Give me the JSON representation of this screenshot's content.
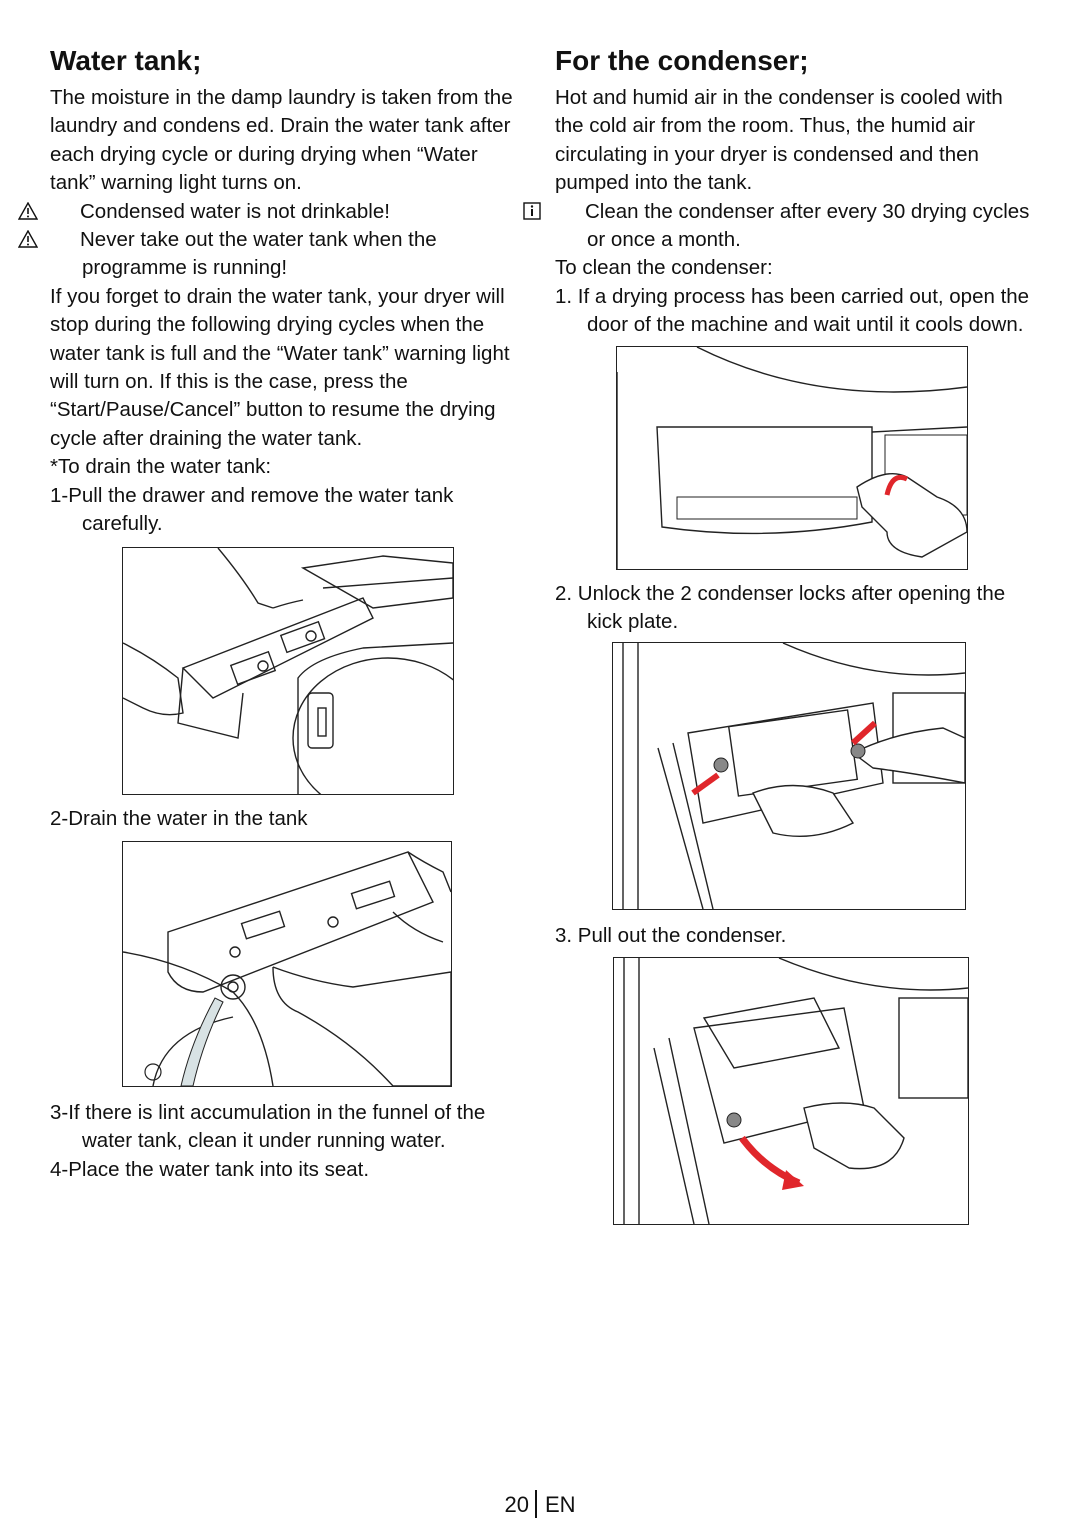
{
  "left": {
    "heading": "Water tank;",
    "intro": "The moisture in the damp laundry is taken from the laundry and condens ed. Drain the water tank after each drying cycle or during drying when “Water tank” warning light turns on.",
    "warning1": "Condensed water is not drinkable!",
    "warning2": "Never take out the water tank when the programme is running!",
    "para2": "If you forget to drain the water tank, your dryer will stop during the following drying cycles when the water tank is full and the “Water tank” warning light will turn on. If this is the case, press the “Start/Pause/Cancel” button to resume the drying cycle after draining the water tank.",
    "drain_intro": "*To drain the water tank:",
    "step1": "1-Pull the drawer and remove the water tank carefully.",
    "step2": "2-Drain the water in the tank",
    "step3": "3-If there is lint accumulation in the funnel of the water tank, clean it under running water.",
    "step4": "4-Place the water tank into its seat."
  },
  "right": {
    "heading": "For the condenser;",
    "intro": "Hot and humid air in the condenser is cooled with the cold air from the room. Thus, the humid air circulating in your dryer is condensed and then pumped into the tank.",
    "info": "Clean the condenser after every 30 drying cycles or once a month.",
    "clean_intro": "To clean the condenser:",
    "step1": "1. If a drying process has been carried out, open the door of the machine and wait until it cools down.",
    "step2": "2. Unlock the 2 condenser locks after opening the kick plate.",
    "step3": "3. Pull out the condenser."
  },
  "footer": {
    "page_number": "20",
    "language": "EN"
  },
  "colors": {
    "arrow_red": "#e0262b",
    "line": "#222222"
  },
  "icons": {
    "warning": "warning-triangle-icon",
    "info": "info-icon"
  }
}
